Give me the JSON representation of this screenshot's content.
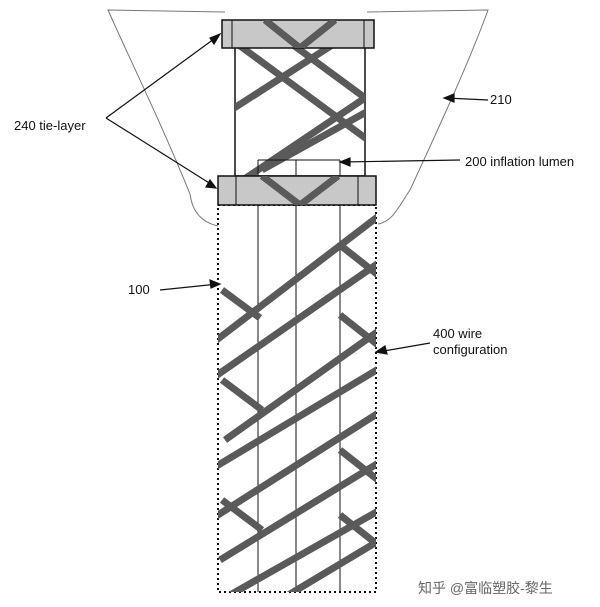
{
  "labels": {
    "tie_layer": "240 tie-layer",
    "balloon": "210",
    "inflation_lumen": "200 inflation lumen",
    "shaft": "100",
    "wire_line1": "400 wire",
    "wire_line2": "configuration"
  },
  "watermark": "知乎 @富临塑胶-黎生",
  "colors": {
    "stroke": "#111111",
    "wire": "#5a5a5a",
    "tie_fill": "#c8c8c8",
    "balloon_line": "#777777"
  }
}
